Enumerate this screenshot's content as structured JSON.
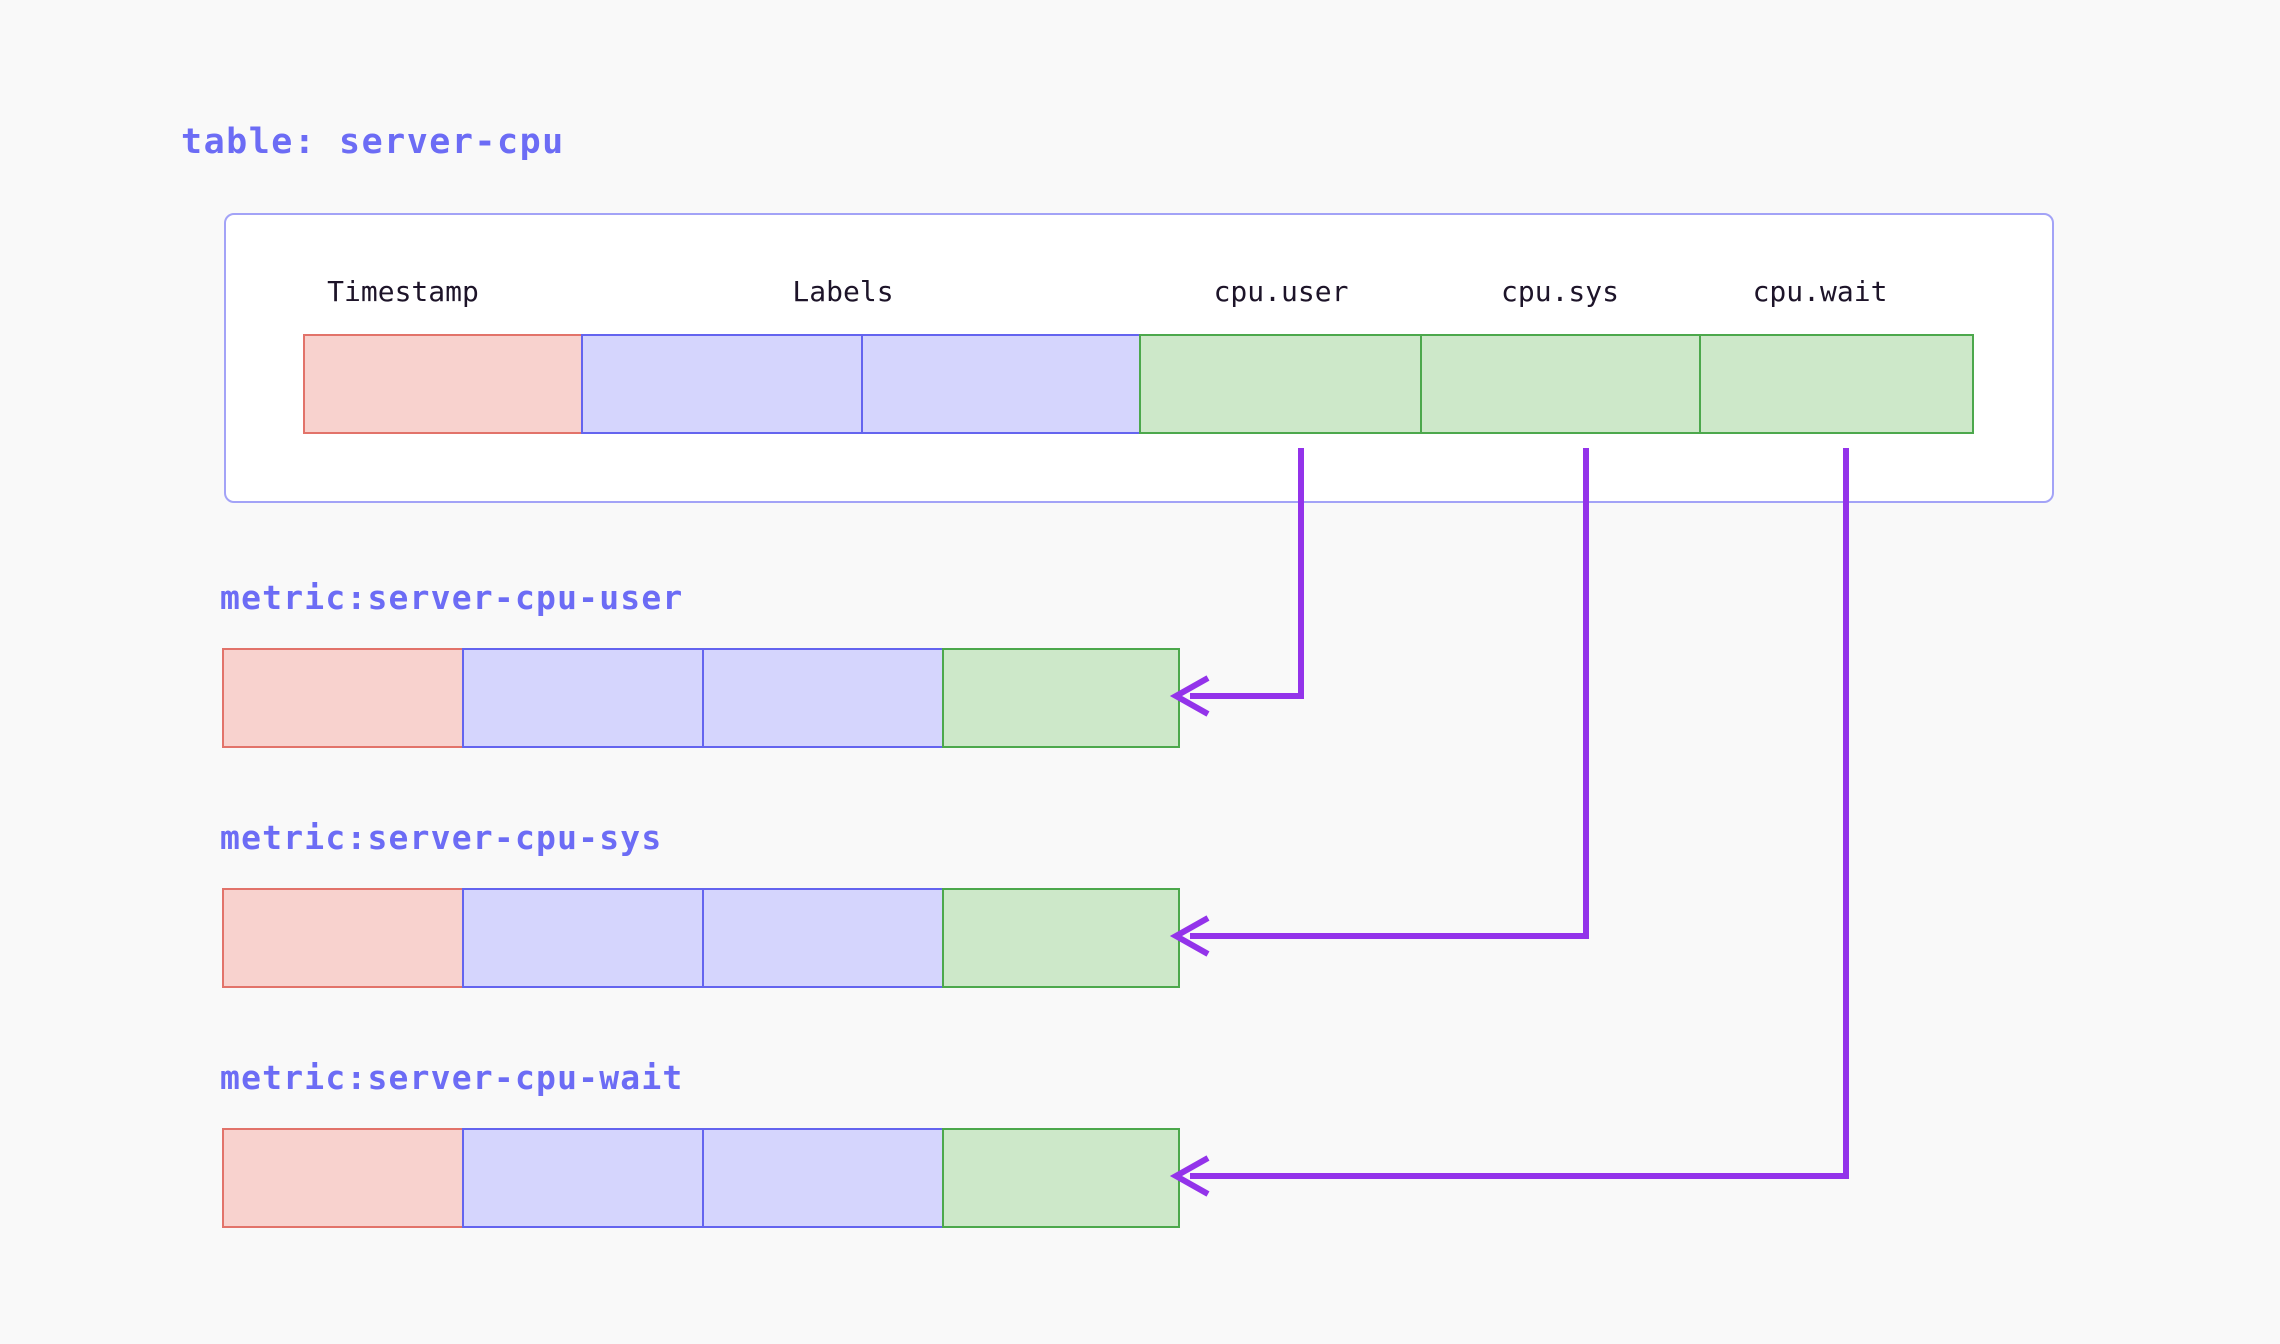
{
  "page": {
    "background_color": "#f9f9f9",
    "accent_color": "#6c6cf5",
    "arrow_color": "#9333ea"
  },
  "table": {
    "title": "table: server-cpu",
    "columns": [
      {
        "label": "Timestamp",
        "kind": "timestamp",
        "color": "pink"
      },
      {
        "label": "Labels",
        "kind": "label",
        "color": "blue"
      },
      {
        "label": "",
        "kind": "label",
        "color": "blue"
      },
      {
        "label": "cpu.user",
        "kind": "value",
        "color": "green"
      },
      {
        "label": "cpu.sys",
        "kind": "value",
        "color": "green"
      },
      {
        "label": "cpu.wait",
        "kind": "value",
        "color": "green"
      }
    ],
    "header_labels": [
      "Timestamp",
      "Labels",
      "cpu.user",
      "cpu.sys",
      "cpu.wait"
    ],
    "cell_colors": {
      "pink_fill": "#f8d2ce",
      "pink_border": "#e2736a",
      "blue_fill": "#d5d5fd",
      "blue_border": "#6464ef",
      "green_fill": "#cde8c9",
      "green_border": "#4ca84c"
    }
  },
  "metrics": [
    {
      "title": "metric:server-cpu-user",
      "source_column": "cpu.user",
      "cells": [
        "pink",
        "blue",
        "blue",
        "green"
      ]
    },
    {
      "title": "metric:server-cpu-sys",
      "source_column": "cpu.sys",
      "cells": [
        "pink",
        "blue",
        "blue",
        "green"
      ]
    },
    {
      "title": "metric:server-cpu-wait",
      "source_column": "cpu.wait",
      "cells": [
        "pink",
        "blue",
        "blue",
        "green"
      ]
    }
  ],
  "arrows": [
    {
      "from": "cpu.user",
      "to": "metric:server-cpu-user"
    },
    {
      "from": "cpu.sys",
      "to": "metric:server-cpu-sys"
    },
    {
      "from": "cpu.wait",
      "to": "metric:server-cpu-wait"
    }
  ]
}
